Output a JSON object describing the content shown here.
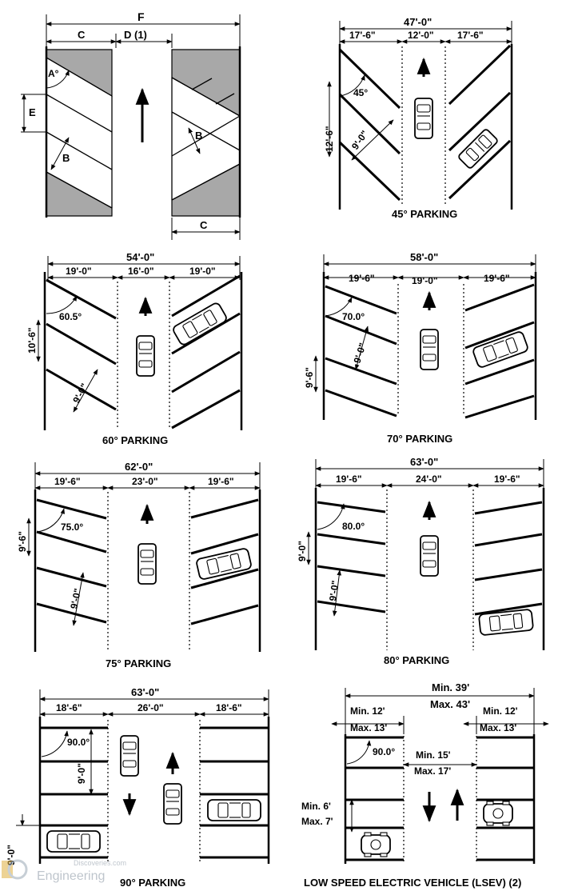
{
  "panels": {
    "generic": {
      "label_f": "F",
      "label_c_top": "C",
      "label_d": "D (1)",
      "label_a": "A°",
      "label_e": "E",
      "label_b_left": "B",
      "label_b_right": "B",
      "label_c_bottom": "C"
    },
    "p45": {
      "total": "47'-0\"",
      "left": "17'-6\"",
      "aisle": "12'-0\"",
      "right": "17'-6\"",
      "angle": "45°",
      "curb_dim": "12'-6\"",
      "stall_width": "9'-0\"",
      "title": "45° PARKING"
    },
    "p60": {
      "total": "54'-0\"",
      "left": "19'-0\"",
      "aisle": "16'-0\"",
      "right": "19'-0\"",
      "angle": "60.5°",
      "curb_dim": "10'-6\"",
      "stall_width": "9'-0\"",
      "title": "60° PARKING"
    },
    "p70": {
      "total": "58'-0\"",
      "left": "19'-6\"",
      "aisle": "19'-0\"",
      "right": "19'-6\"",
      "angle": "70.0°",
      "curb_dim": "9'-6\"",
      "stall_width": "9'-0\"",
      "title": "70° PARKING"
    },
    "p75": {
      "total": "62'-0\"",
      "left": "19'-6\"",
      "aisle": "23'-0\"",
      "right": "19'-6\"",
      "angle": "75.0°",
      "curb_dim": "9'-6\"",
      "stall_width": "9'-0\"",
      "title": "75° PARKING"
    },
    "p80": {
      "total": "63'-0\"",
      "left": "19'-6\"",
      "aisle": "24'-0\"",
      "right": "19'-6\"",
      "angle": "80.0°",
      "curb_dim": "9'-0\"",
      "stall_width": "9'-0\"",
      "title": "80° PARKING"
    },
    "p90": {
      "total": "63'-0\"",
      "left": "18'-6\"",
      "aisle": "26'-0\"",
      "right": "18'-6\"",
      "angle": "90.0°",
      "stall_width": "9'-0\"",
      "curb_dim": "9'-0\"",
      "title": "90° PARKING"
    },
    "lsev": {
      "total_min": "Min. 39'",
      "total_max": "Max. 43'",
      "left_min": "Min. 12'",
      "left_max": "Max. 13'",
      "right_min": "Min. 12'",
      "right_max": "Max. 13'",
      "angle": "90.0°",
      "aisle_min": "Min. 15'",
      "aisle_max": "Max. 17'",
      "stall_min": "Min. 6'",
      "stall_max": "Max. 7'",
      "title": "LOW SPEED ELECTRIC VEHICLE (LSEV) (2)"
    }
  },
  "watermark": {
    "line1": "Discoveries.com",
    "line2": "Engineering"
  }
}
